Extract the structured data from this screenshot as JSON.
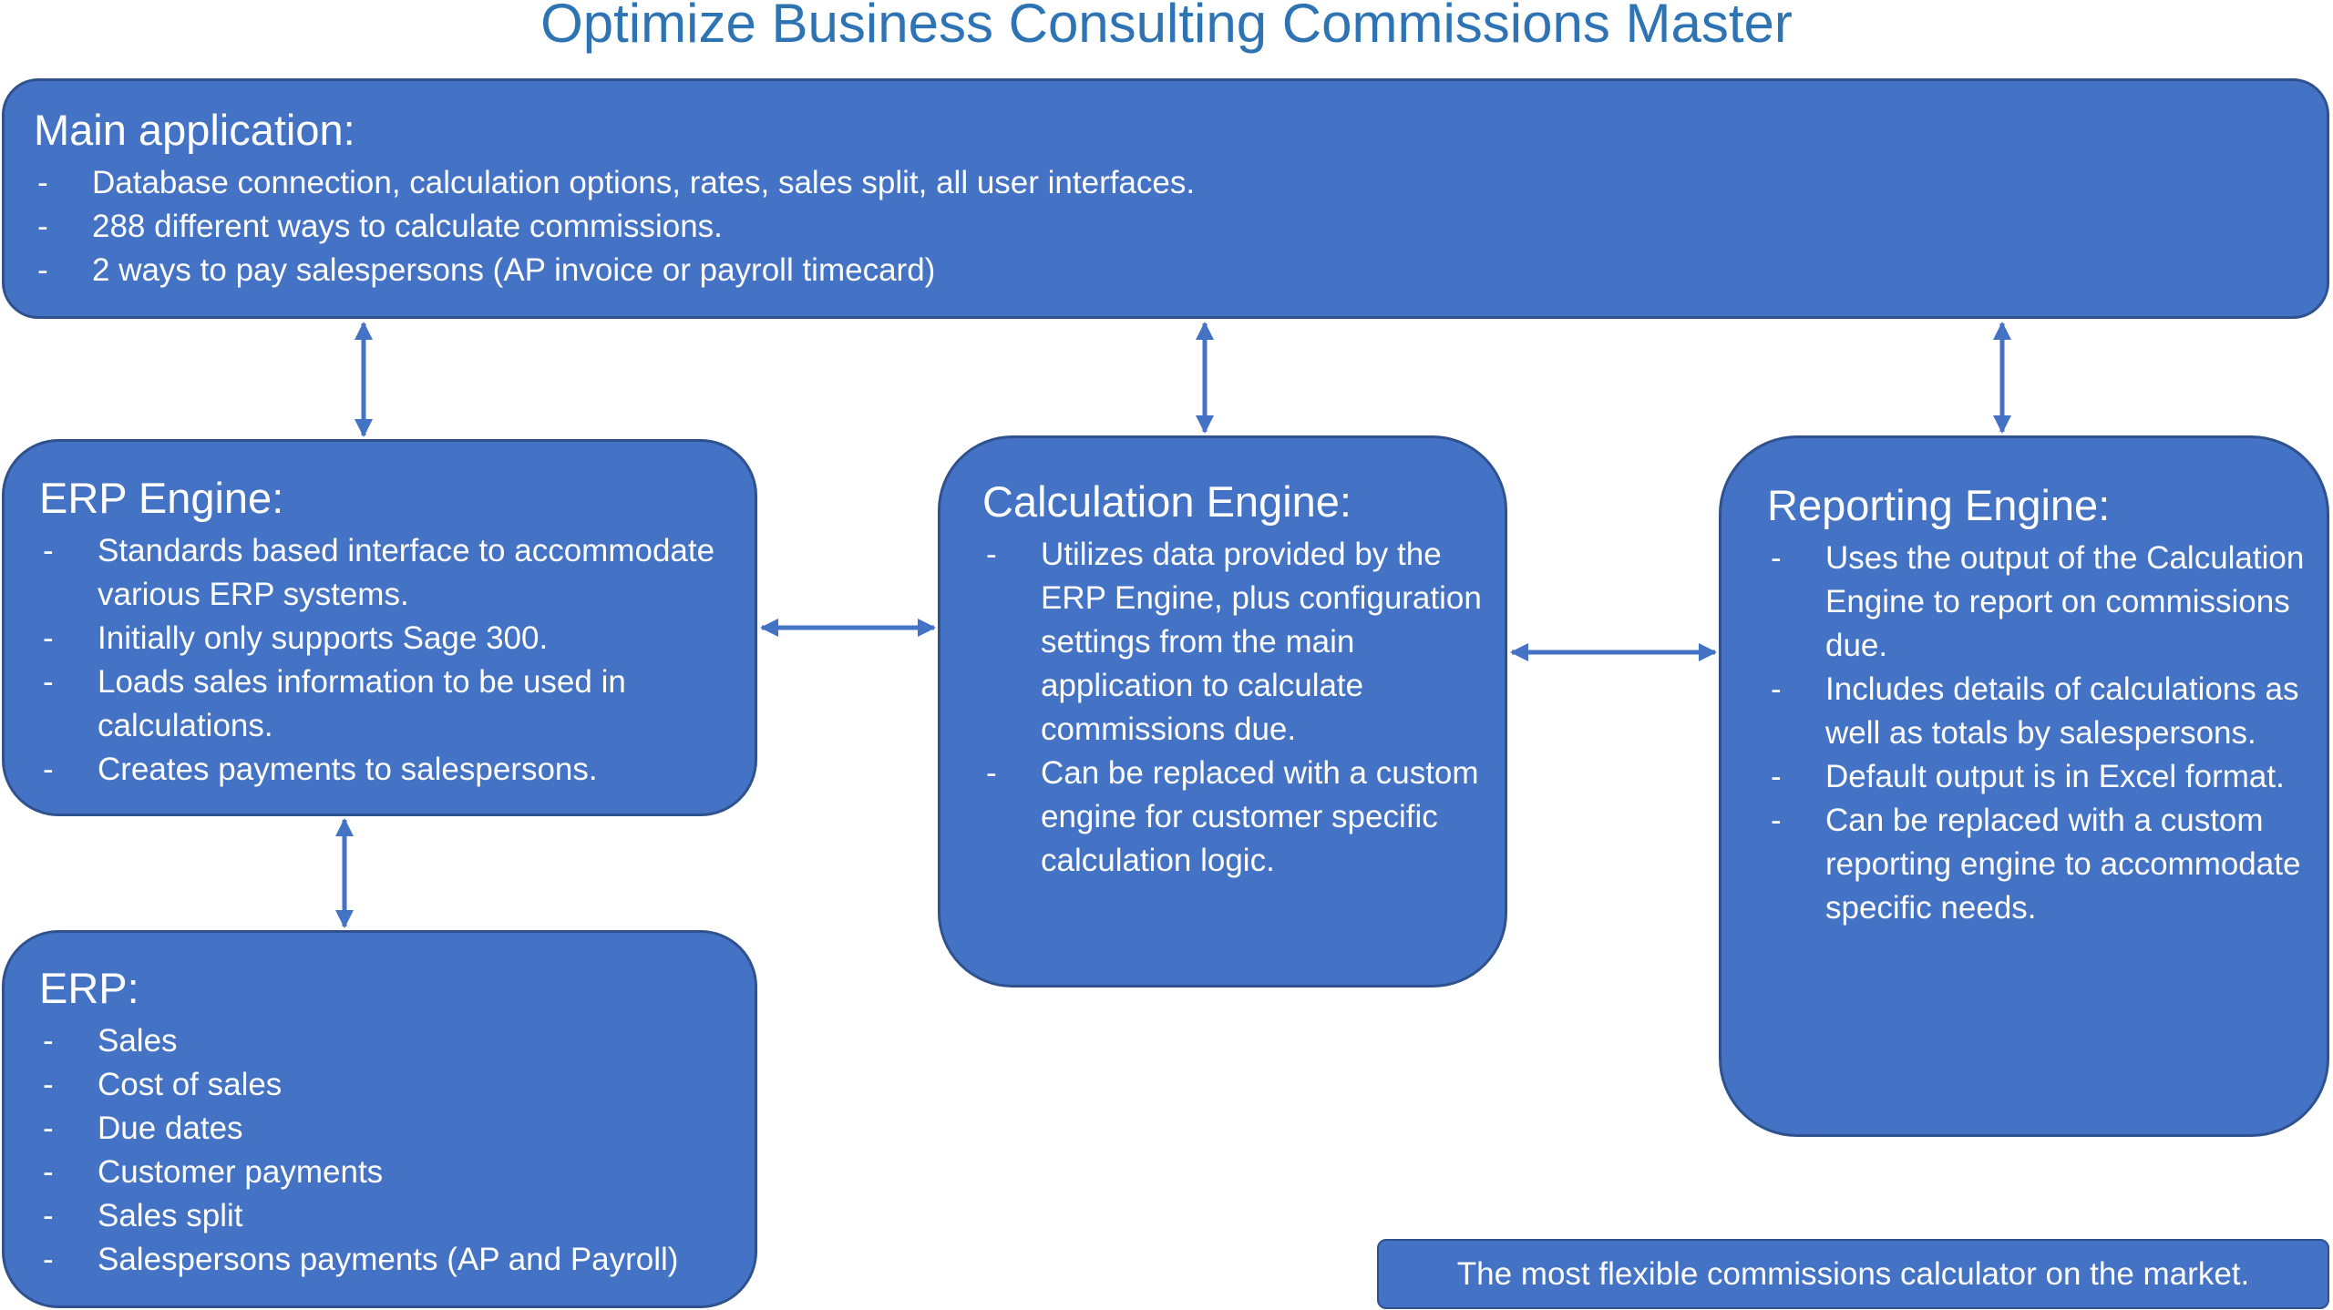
{
  "title": "Optimize Business Consulting Commissions Master",
  "main_application": {
    "heading": "Main application:",
    "items": [
      "Database connection, calculation options, rates, sales split, all user interfaces.",
      "288 different ways to calculate commissions.",
      "2 ways to pay salespersons (AP invoice or payroll timecard)"
    ]
  },
  "erp_engine": {
    "heading": "ERP Engine:",
    "items": [
      "Standards based interface to accommodate various ERP systems.",
      "Initially only supports Sage 300.",
      "Loads sales information to be used in calculations.",
      "Creates payments to salespersons."
    ]
  },
  "calculation_engine": {
    "heading": "Calculation Engine:",
    "items": [
      "Utilizes data provided by the ERP Engine, plus configuration settings from the main application to calculate commissions due.",
      "Can be replaced with a custom engine for customer specific calculation logic."
    ]
  },
  "reporting_engine": {
    "heading": "Reporting Engine:",
    "items": [
      "Uses the output of the Calculation Engine to report on commissions due.",
      "Includes details of calculations as well as totals by salespersons.",
      "Default output is in Excel format.",
      "Can be replaced with a custom reporting engine to accommodate specific needs."
    ]
  },
  "erp": {
    "heading": "ERP:",
    "items": [
      "Sales",
      "Cost of sales",
      "Due dates",
      "Customer payments",
      "Sales split",
      "Salespersons payments (AP and Payroll)"
    ]
  },
  "tagline": "The most flexible commissions calculator on the market.",
  "bullet_marker": "-",
  "colors": {
    "box_fill": "#4472c4",
    "box_border": "#2f528f",
    "title_text": "#2e74b5",
    "box_text": "#ffffff"
  }
}
